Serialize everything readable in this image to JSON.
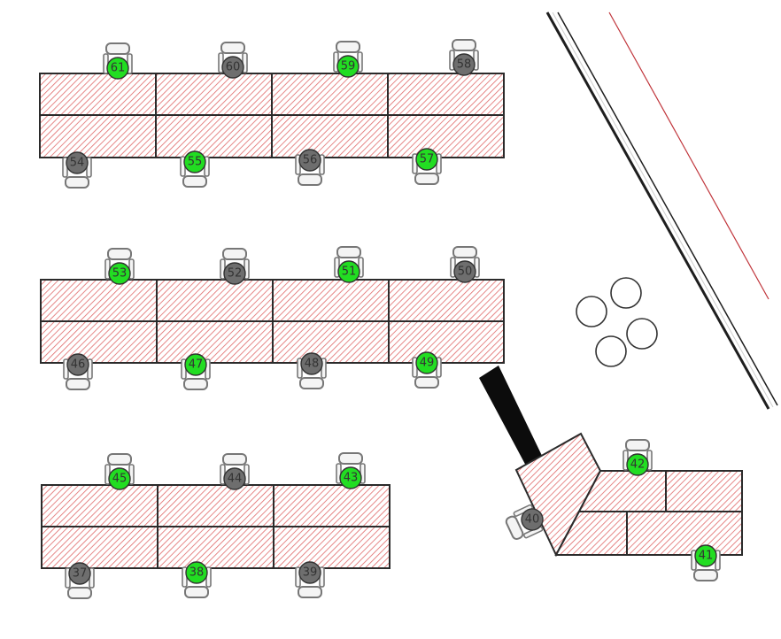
{
  "floor": {
    "colors": {
      "available": "#22dd22",
      "occupied": "#6e6e6e",
      "desk_hatch": "#e06a6a",
      "wall": "#1e1e1e",
      "boundary_line": "#c0343a"
    },
    "legend_note": "",
    "seats": [
      {
        "id": "61",
        "status": "available"
      },
      {
        "id": "60",
        "status": "occupied"
      },
      {
        "id": "59",
        "status": "available"
      },
      {
        "id": "58",
        "status": "occupied"
      },
      {
        "id": "54",
        "status": "occupied"
      },
      {
        "id": "55",
        "status": "available"
      },
      {
        "id": "56",
        "status": "occupied"
      },
      {
        "id": "57",
        "status": "available"
      },
      {
        "id": "53",
        "status": "available"
      },
      {
        "id": "52",
        "status": "occupied"
      },
      {
        "id": "51",
        "status": "available"
      },
      {
        "id": "50",
        "status": "occupied"
      },
      {
        "id": "46",
        "status": "occupied"
      },
      {
        "id": "47",
        "status": "available"
      },
      {
        "id": "48",
        "status": "occupied"
      },
      {
        "id": "49",
        "status": "available"
      },
      {
        "id": "45",
        "status": "available"
      },
      {
        "id": "44",
        "status": "occupied"
      },
      {
        "id": "43",
        "status": "available"
      },
      {
        "id": "37",
        "status": "occupied"
      },
      {
        "id": "38",
        "status": "available"
      },
      {
        "id": "39",
        "status": "occupied"
      },
      {
        "id": "42",
        "status": "available"
      },
      {
        "id": "40",
        "status": "occupied"
      },
      {
        "id": "41",
        "status": "available"
      }
    ]
  }
}
